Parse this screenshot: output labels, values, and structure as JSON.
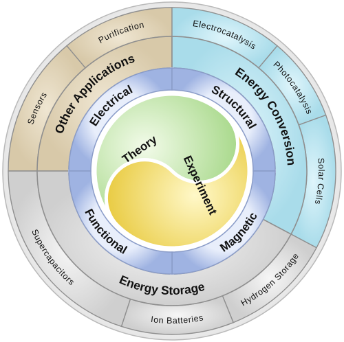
{
  "core": {
    "left_label": "Theory",
    "right_label": "Experiment"
  },
  "inner_ring": [
    {
      "key": "electrical",
      "label": "Electrical"
    },
    {
      "key": "structural",
      "label": "Structural"
    },
    {
      "key": "magnetic",
      "label": "Magnetic"
    },
    {
      "key": "functional",
      "label": "Functional"
    }
  ],
  "middle_ring": [
    {
      "key": "other-applications",
      "label": "Other Applications"
    },
    {
      "key": "energy-conversion",
      "label": "Energy Conversion"
    },
    {
      "key": "energy-storage",
      "label": "Energy Storage"
    }
  ],
  "outer_ring": [
    {
      "key": "purification",
      "label": "Purification"
    },
    {
      "key": "sensors",
      "label": "Sensors"
    },
    {
      "key": "electrocatalysis",
      "label": "Electrocatalysis"
    },
    {
      "key": "photocatalysis",
      "label": "Photocatalysis"
    },
    {
      "key": "solar-cells",
      "label": "Solar Cells"
    },
    {
      "key": "hydrogen-storage",
      "label": "Hydrogen Storage"
    },
    {
      "key": "ion-batteries",
      "label": "Ion Batteries"
    },
    {
      "key": "supercapacitors",
      "label": "Supercapacitors"
    }
  ],
  "colors": {
    "other_applications": "#e3d6bd",
    "energy_conversion": "#bfe7f2",
    "energy_storage": "#e4e4e4",
    "inner_ring": "#b9c8ec",
    "theory": "#bfe5a8",
    "experiment": "#f2df6a",
    "border": "#8f8f8f"
  }
}
